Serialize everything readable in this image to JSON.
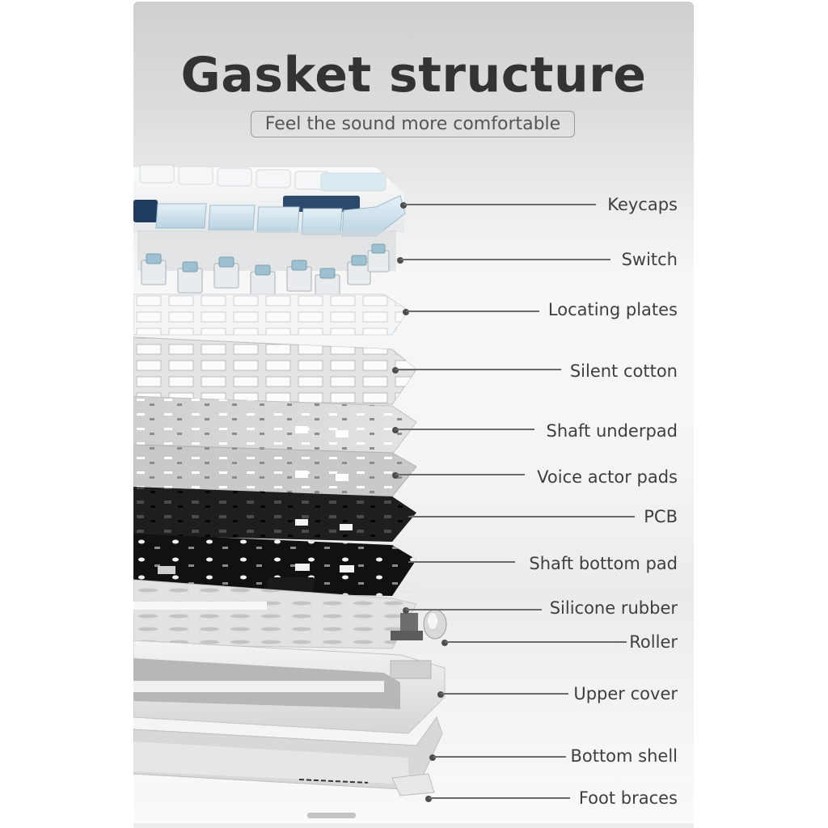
{
  "header": {
    "title": "Gasket structure",
    "subtitle": "Feel the sound more comfortable"
  },
  "layers": [
    {
      "id": "keycaps",
      "label": "Keycaps"
    },
    {
      "id": "switch",
      "label": "Switch"
    },
    {
      "id": "locating-plates",
      "label": "Locating plates"
    },
    {
      "id": "silent-cotton",
      "label": "Silent cotton"
    },
    {
      "id": "shaft-underpad",
      "label": "Shaft underpad"
    },
    {
      "id": "voice-actor-pads",
      "label": "Voice actor pads"
    },
    {
      "id": "pcb",
      "label": "PCB"
    },
    {
      "id": "shaft-bottom-pad",
      "label": "Shaft bottom pad"
    },
    {
      "id": "silicone-rubber",
      "label": "Silicone rubber"
    },
    {
      "id": "roller",
      "label": "Roller"
    },
    {
      "id": "upper-cover",
      "label": "Upper cover"
    },
    {
      "id": "bottom-shell",
      "label": "Bottom shell"
    },
    {
      "id": "foot-braces",
      "label": "Foot braces"
    }
  ],
  "colors": {
    "title": "#333333",
    "label": "#3f3f3f",
    "keycap_light_blue": "#cfe3ee",
    "keycap_dark_blue": "#2c4a6b",
    "pcb_black": "#1c1c1c"
  }
}
